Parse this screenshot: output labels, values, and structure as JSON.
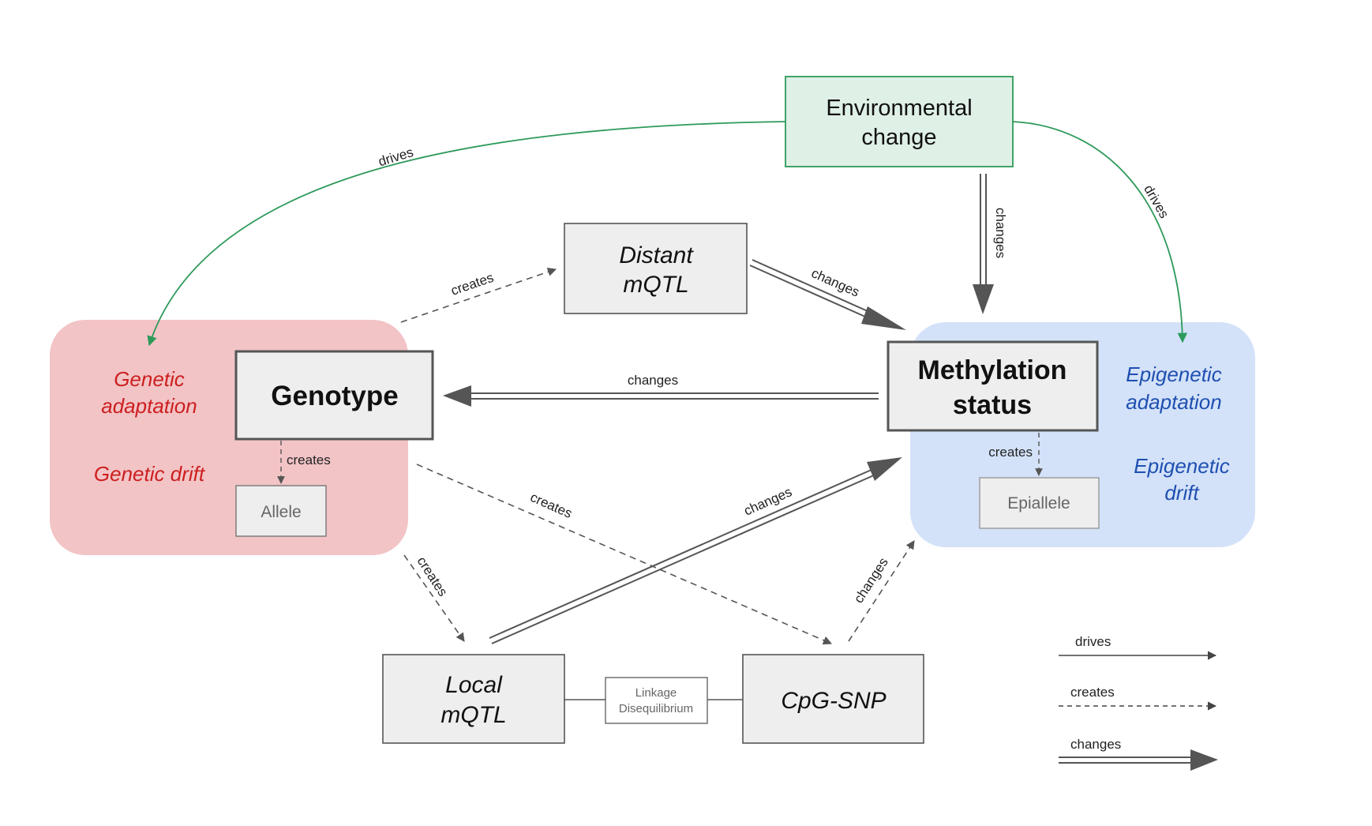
{
  "nodes": {
    "environmental_change": [
      "Environmental",
      "change"
    ],
    "distant_mqtl": [
      "Distant",
      "mQTL"
    ],
    "genotype": "Genotype",
    "methylation_status": [
      "Methylation",
      "status"
    ],
    "allele": "Allele",
    "epiallele": "Epiallele",
    "local_mqtl": [
      "Local",
      "mQTL"
    ],
    "cpg_snp": "CpG-SNP",
    "linkage": [
      "Linkage",
      "Disequilibrium"
    ]
  },
  "genetic_group": {
    "adaptation": [
      "Genetic",
      "adaptation"
    ],
    "drift": "Genetic drift"
  },
  "epigenetic_group": {
    "adaptation": [
      "Epigenetic",
      "adaptation"
    ],
    "drift": [
      "Epigenetic",
      "drift"
    ]
  },
  "edge_labels": {
    "env_to_genetic": "drives",
    "env_to_epigenetic": "drives",
    "env_to_methylation": "changes",
    "genotype_to_distant": "creates",
    "distant_to_methylation": "changes",
    "methylation_to_genotype": "changes",
    "genotype_to_allele": "creates",
    "methylation_to_epiallele": "creates",
    "genotype_to_cpg": "creates",
    "genotype_to_local": "creates",
    "local_to_methylation": "changes",
    "cpg_to_methylation": "changes"
  },
  "legend": {
    "drives": "drives",
    "creates": "creates",
    "changes": "changes"
  },
  "colors": {
    "genetic_bg": "#f2c4c6",
    "genetic_text": "#cc1f1f",
    "epigenetic_bg": "#d3e2f9",
    "epigenetic_text": "#1f4fb0",
    "env_bg": "#dff0e6",
    "env_border": "#2e9a5a",
    "drives_line": "#2e9a5a",
    "node_bg": "#eeeeee"
  }
}
